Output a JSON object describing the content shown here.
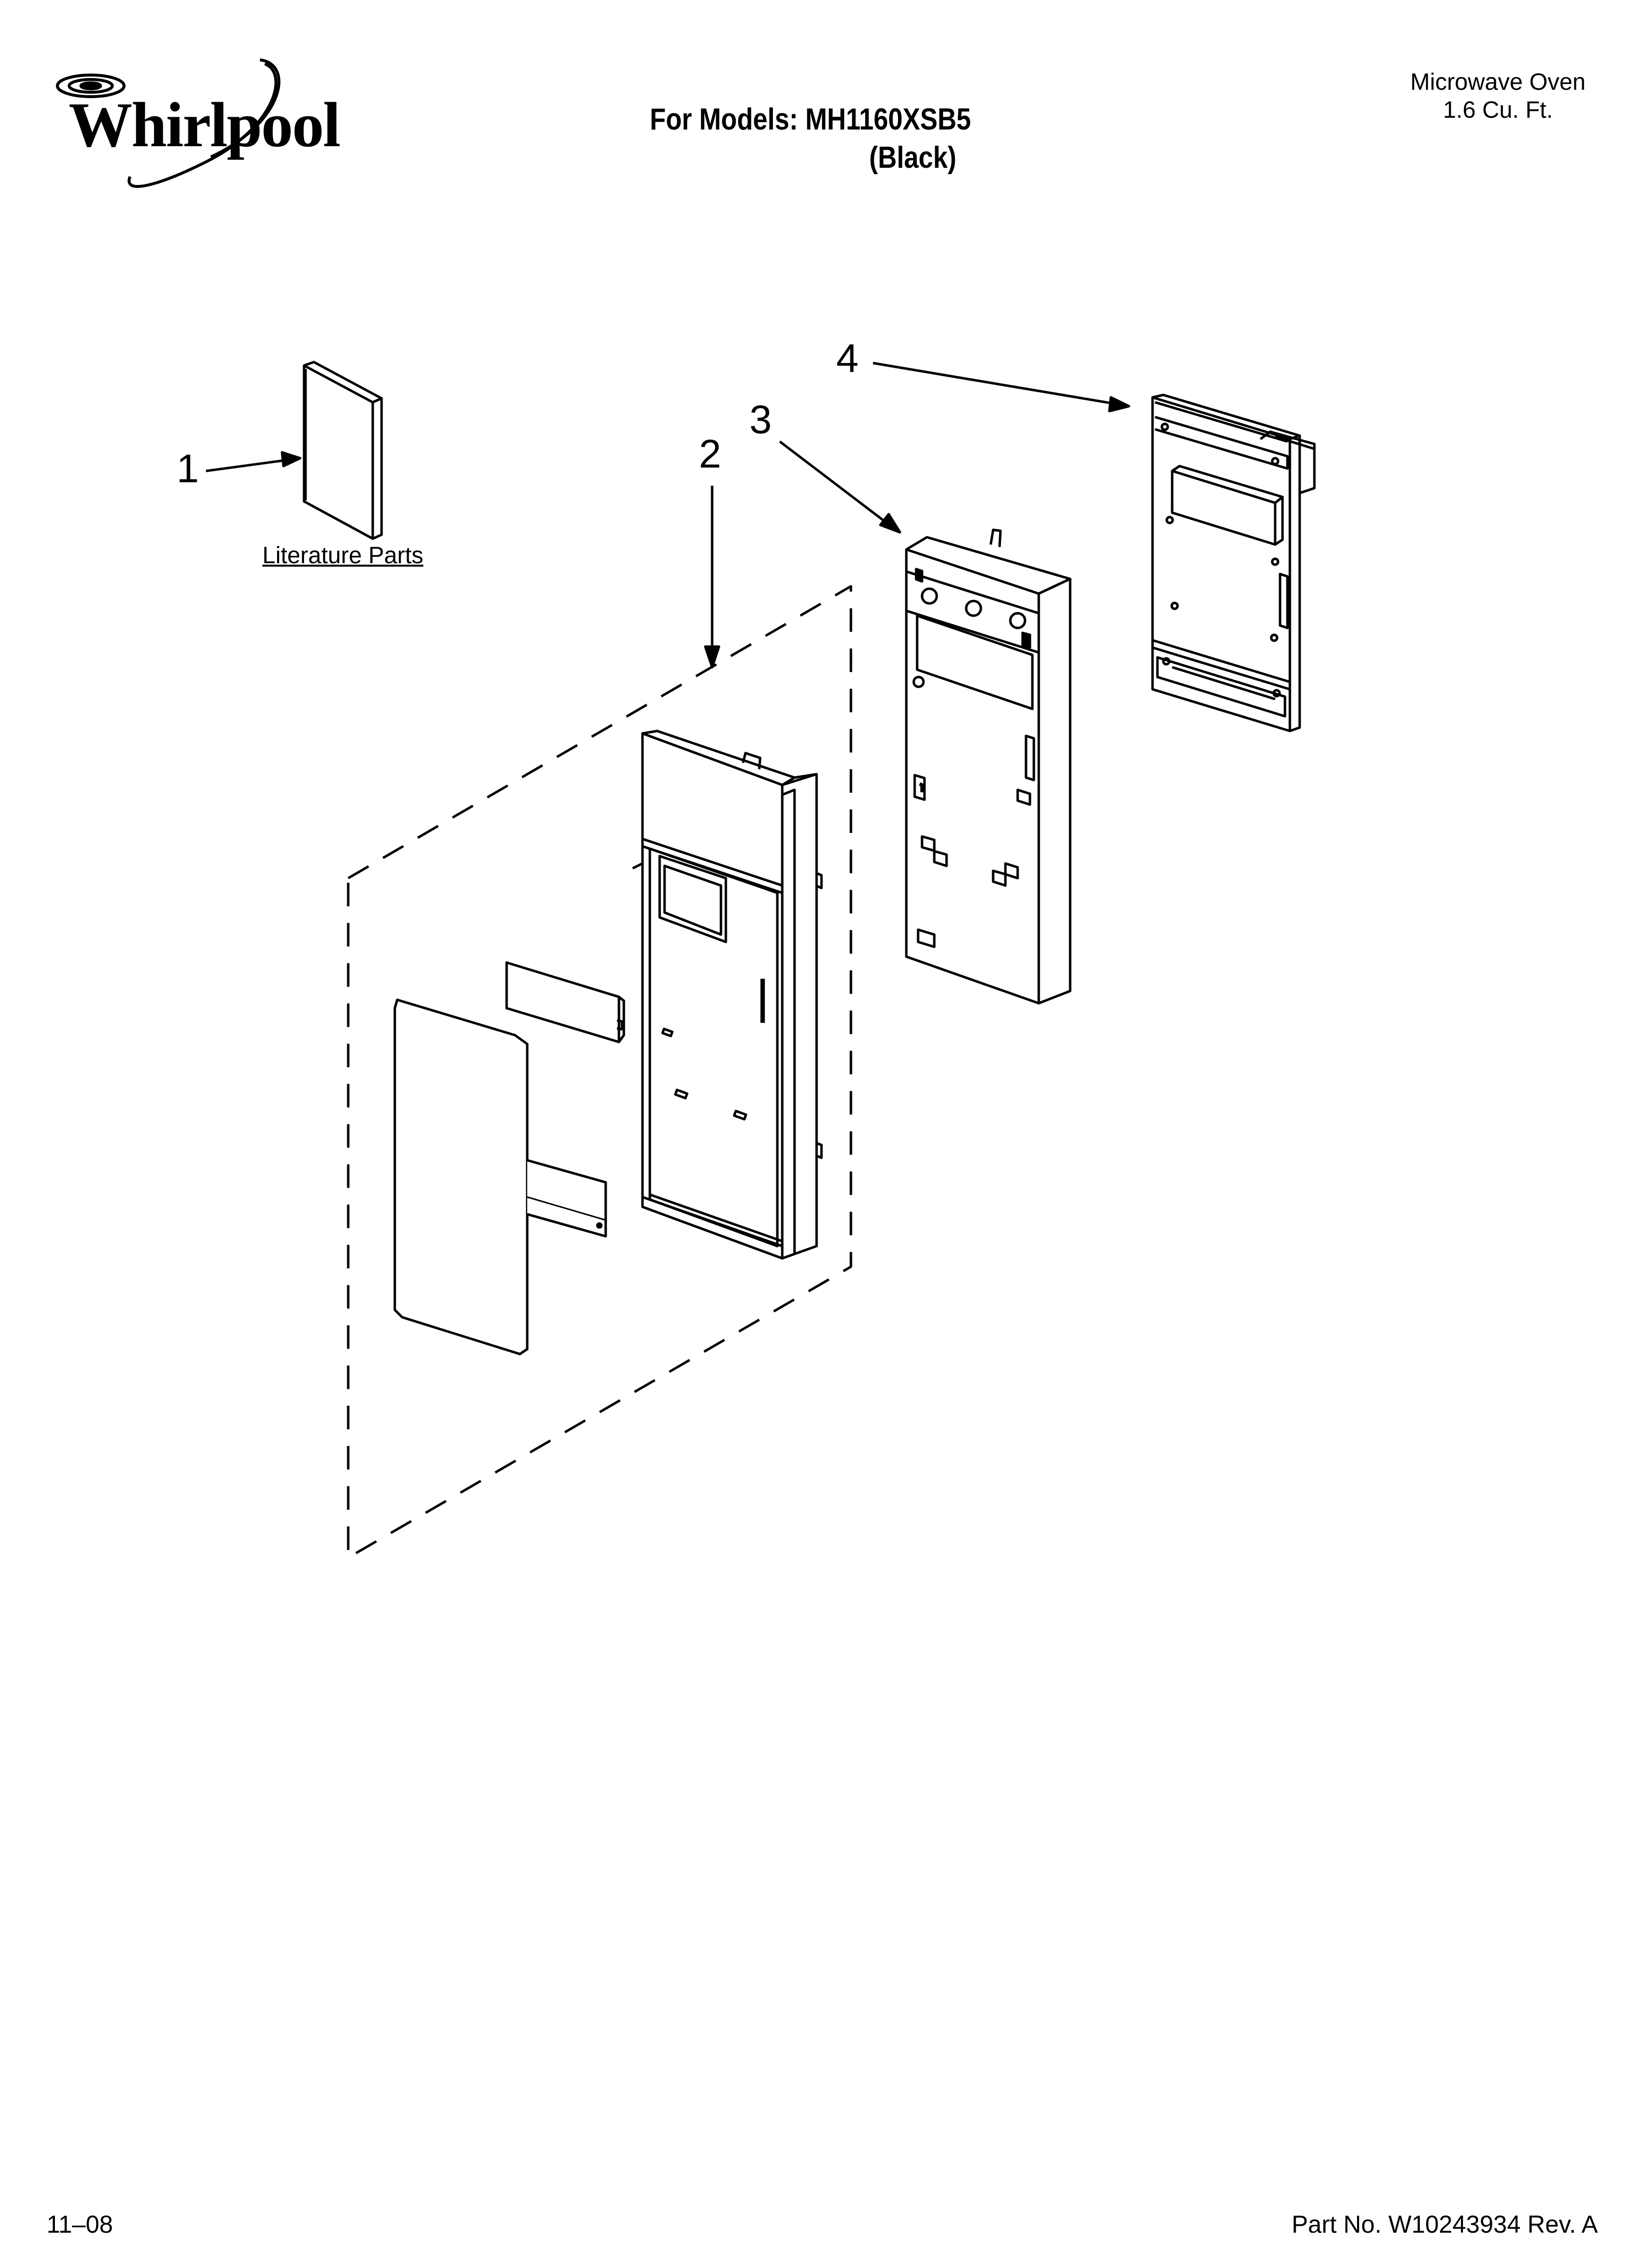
{
  "header": {
    "brand": "Whirlpool",
    "models_line": "For Models: MH1160XSB5",
    "color_line": "(Black)",
    "product_name": "Microwave Oven",
    "capacity": "1.6 Cu. Ft."
  },
  "callouts": [
    "1",
    "2",
    "3",
    "4"
  ],
  "literature_label": "Literature Parts",
  "footer": {
    "date": "11–08",
    "part_number": "Part No. W10243934 Rev. A"
  }
}
